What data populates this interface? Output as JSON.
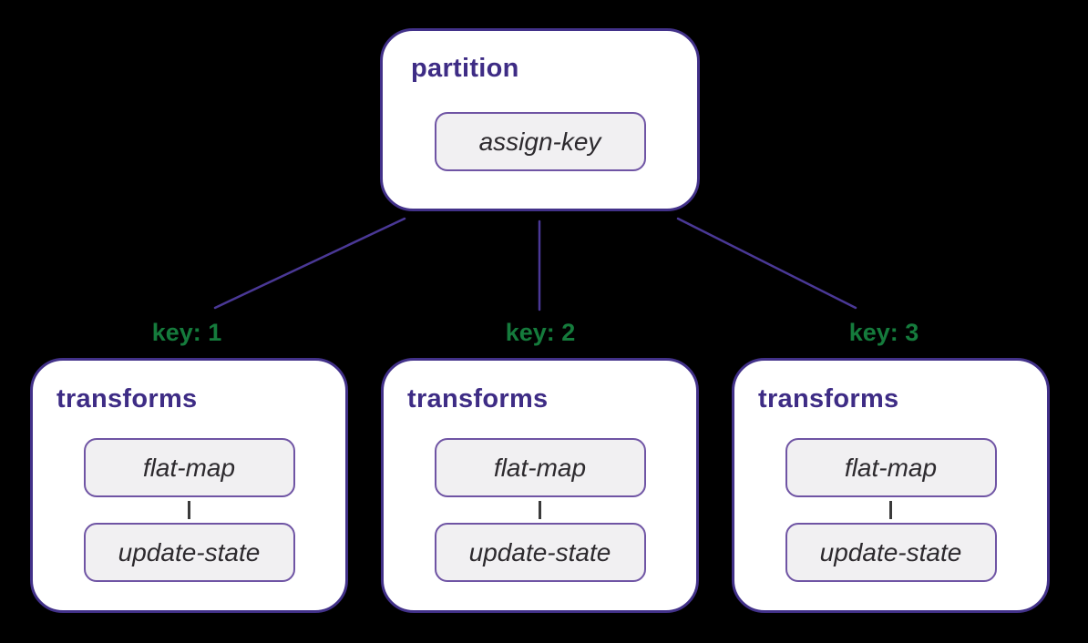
{
  "colors": {
    "background": "#000000",
    "box_border": "#423189",
    "box_fill": "#ffffff",
    "title_text": "#3e2c85",
    "inner_border": "#6f54a4",
    "inner_fill": "#f1f0f2",
    "inner_text": "#2d2a2e",
    "edge": "#4a3896",
    "key_text": "#157b3c",
    "step_connector": "#3a3a3a"
  },
  "partition": {
    "title": "partition",
    "operator": "assign-key"
  },
  "branches": [
    {
      "key_label": "key: 1",
      "title": "transforms",
      "steps": [
        "flat-map",
        "update-state"
      ]
    },
    {
      "key_label": "key: 2",
      "title": "transforms",
      "steps": [
        "flat-map",
        "update-state"
      ]
    },
    {
      "key_label": "key: 3",
      "title": "transforms",
      "steps": [
        "flat-map",
        "update-state"
      ]
    }
  ]
}
